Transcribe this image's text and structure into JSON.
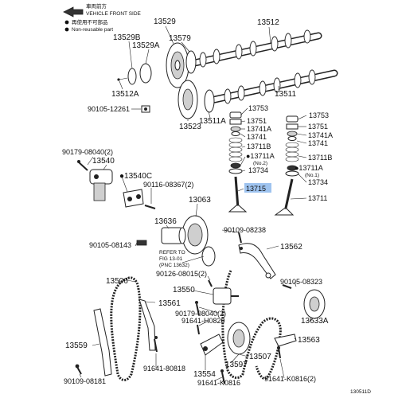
{
  "legend": {
    "arrow_label_cn": "車両前方",
    "arrow_label_en": "VEHICLE FRONT SIDE",
    "nonreusable_cn": "再使用不可部品",
    "nonreusable_en": "Non-reusable part"
  },
  "callouts": {
    "p13529": "13529",
    "p13512": "13512",
    "p13529B": "13529B",
    "p13529A": "13529A",
    "p13579": "13579",
    "p13512A": "13512A",
    "p13511": "13511",
    "p90105_12261": "90105-12261",
    "p13511A": "13511A",
    "p13523": "13523",
    "p13753_l": "13753",
    "p13751_l": "13751",
    "p13741A_l": "13741A",
    "p13741_l": "13741",
    "p13711B_l": "13711B",
    "p13711A_l": "●13711A",
    "p_no2": "(No.2)",
    "p13734_l": "13734",
    "p13715": "13715",
    "p13753_r": "13753",
    "p13751_r": "13751",
    "p13741A_r": "13741A",
    "p13741_r": "13741",
    "p13711B_r": "13711B",
    "p13711A_r": "●13711A",
    "p_no1": "(No.1)",
    "p13734_r": "13734",
    "p13711": "13711",
    "p90179_08040_top": "90179-08040(2)",
    "p13540": "13540",
    "p13540C": "●13540C",
    "p90116_08367": "90116-08367(2)",
    "p13063": "13063",
    "p13636": "13636",
    "p90109_08238": "90109-08238",
    "p90105_08143": "90105-08143",
    "p13562": "13562",
    "ref_line1": "REFER TO",
    "ref_line2": "FIG 13-01",
    "ref_line3": "(PNC 13632)",
    "p90126_08015": "90126-08015(2)",
    "p13506": "13506",
    "p13550": "13550",
    "p90105_08323": "90105-08323",
    "p13561": "13561",
    "p90179_08040_bot": "90179-08040(2)",
    "p91641_H0820": "91641-H0820",
    "p13633A": "13633A",
    "p13559": "13559",
    "p13563": "13563",
    "p13507": "13507",
    "p91641_80818": "91641-80818",
    "p13554": "13554",
    "p13597": "13597",
    "p91641_K0816": "91641-K0816(2)",
    "p90109_08181": "90109-08181",
    "p91641_K0816_single": "91641-K0816"
  },
  "footer": {
    "figure_id": "130511D"
  },
  "colors": {
    "highlight": "#9ec3ef",
    "ink": "#222222"
  }
}
